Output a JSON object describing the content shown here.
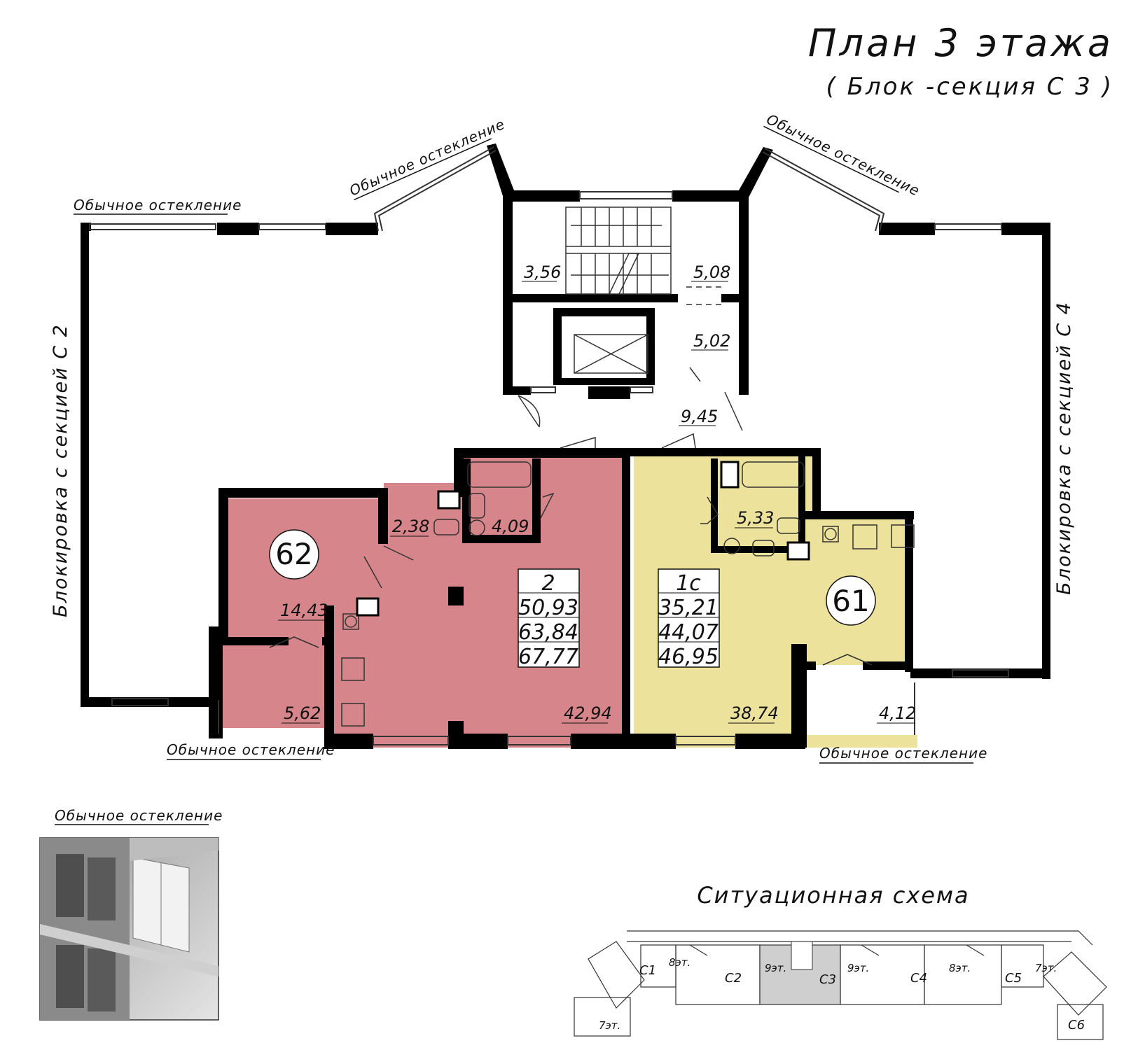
{
  "header": {
    "title": "План 3 этажа",
    "subtitle": "( Блок -секция С 3 )"
  },
  "glazing_label": "Обычное остекление",
  "side_labels": {
    "left": "Блокировка с секцией С 2",
    "right": "Блокировка с секцией С 4"
  },
  "common_areas": [
    "3,56",
    "5,08",
    "5,02",
    "9,45"
  ],
  "apartments": [
    {
      "number": "62",
      "rooms": "2",
      "areas": [
        "50,93",
        "63,84",
        "67,77"
      ],
      "room_areas": [
        "14,43",
        "2,38",
        "4,09",
        "42,94",
        "5,62"
      ],
      "color": "#d6858a"
    },
    {
      "number": "61",
      "rooms": "1с",
      "areas": [
        "35,21",
        "44,07",
        "46,95"
      ],
      "room_areas": [
        "5,33",
        "38,74",
        "4,12"
      ],
      "color": "#ece29b"
    }
  ],
  "situation": {
    "title": "Ситуационная схема",
    "sections": [
      "С1",
      "С2",
      "С3",
      "С4",
      "С5",
      "С6"
    ],
    "floors": [
      "8эт.",
      "9эт.",
      "9эт.",
      "8эт.",
      "7эт.",
      "7эт."
    ],
    "highlight_color": "#cfcfcf"
  }
}
